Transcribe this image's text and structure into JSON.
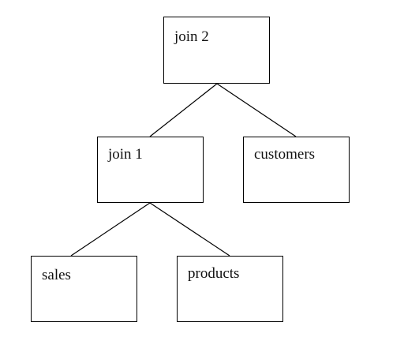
{
  "diagram": {
    "type": "tree",
    "nodes": {
      "join2": {
        "label": "join 2"
      },
      "join1": {
        "label": "join 1"
      },
      "customers": {
        "label": "customers"
      },
      "sales": {
        "label": "sales"
      },
      "products": {
        "label": "products"
      }
    },
    "edges": [
      {
        "from": "join 2",
        "to": "join 1"
      },
      {
        "from": "join 2",
        "to": "customers"
      },
      {
        "from": "join 1",
        "to": "sales"
      },
      {
        "from": "join 1",
        "to": "products"
      }
    ]
  }
}
